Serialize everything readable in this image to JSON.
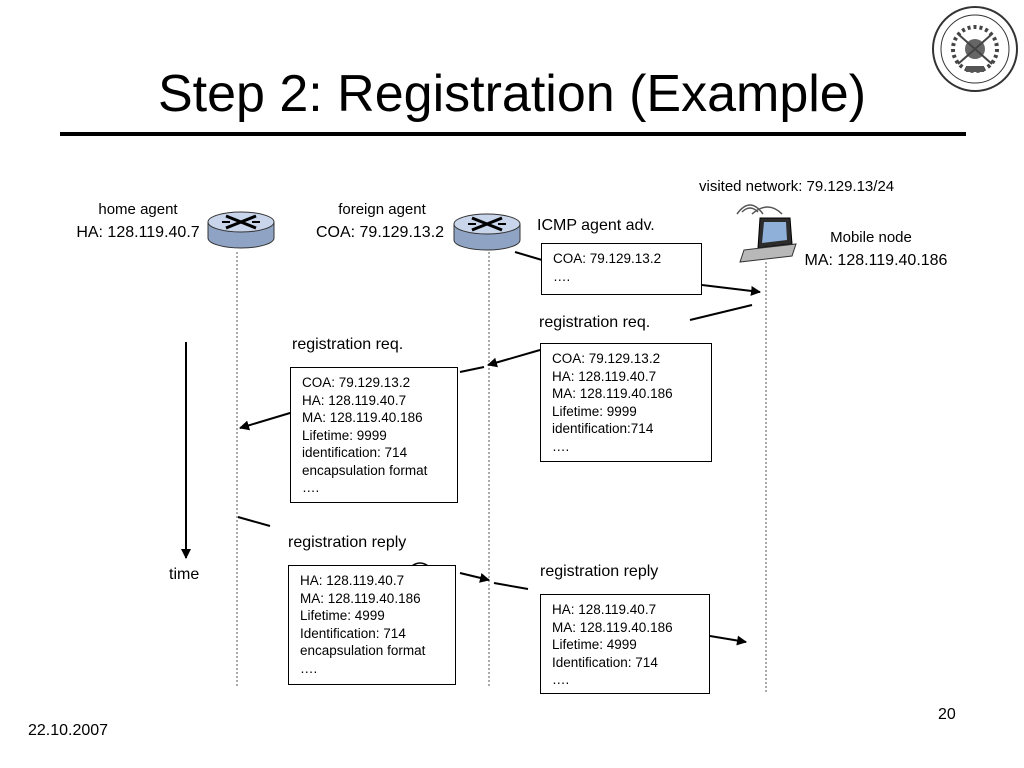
{
  "slide": {
    "title": "Step 2: Registration (Example)",
    "date": "22.10.2007",
    "page_number": "20"
  },
  "nodes": {
    "home_agent": {
      "name": "home agent",
      "address": "HA: 128.119.40.7"
    },
    "foreign_agent": {
      "name": "foreign agent",
      "address": "COA: 79.129.13.2"
    },
    "mobile_node": {
      "name": "Mobile node",
      "address": "MA: 128.119.40.186"
    },
    "visited_network": "visited network: 79.129.13/24"
  },
  "time_label": "time",
  "messages": {
    "icmp_adv": {
      "label": "ICMP agent adv.",
      "lines": [
        "COA: 79.129.13.2",
        "…."
      ]
    },
    "reg_req_mobile": {
      "label": "registration req.",
      "lines": [
        "COA: 79.129.13.2",
        "HA: 128.119.40.7",
        "MA: 128.119.40.186",
        "Lifetime: 9999",
        "identification:714",
        "…."
      ]
    },
    "reg_req_foreign": {
      "label": "registration req.",
      "lines": [
        "COA: 79.129.13.2",
        "HA: 128.119.40.7",
        "MA: 128.119.40.186",
        "Lifetime: 9999",
        "identification: 714",
        "encapsulation format",
        "…."
      ]
    },
    "reg_reply_home": {
      "label": "registration reply",
      "lines": [
        "HA: 128.119.40.7",
        "MA: 128.119.40.186",
        "Lifetime: 4999",
        "Identification: 714",
        "encapsulation format",
        "…."
      ]
    },
    "reg_reply_foreign": {
      "label": "registration reply",
      "lines": [
        "HA: 128.119.40.7",
        "MA: 128.119.40.186",
        "Lifetime: 4999",
        "Identification: 714",
        "…."
      ]
    }
  }
}
